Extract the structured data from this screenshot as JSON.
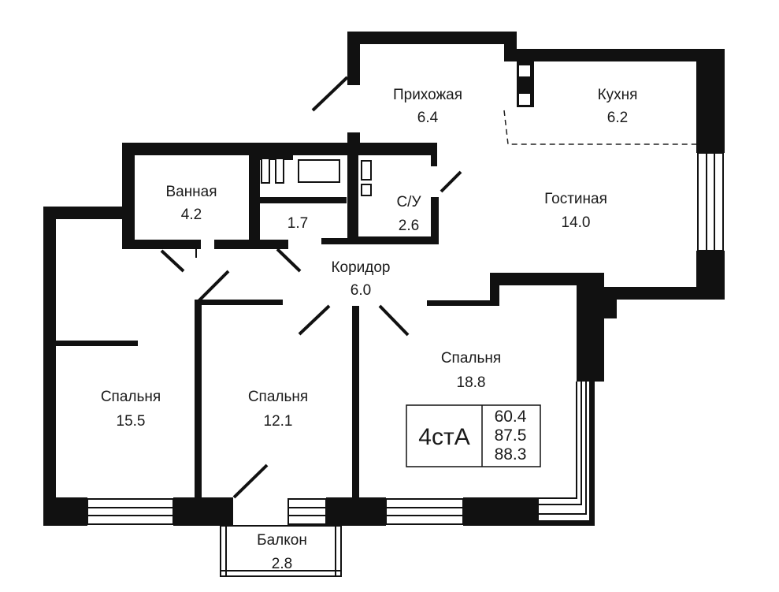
{
  "rooms": [
    {
      "id": "prikhozhaya",
      "name": "Прихожая",
      "area": "6.4"
    },
    {
      "id": "kukhnya",
      "name": "Кухня",
      "area": "6.2"
    },
    {
      "id": "vannaya",
      "name": "Ванная",
      "area": "4.2"
    },
    {
      "id": "storage",
      "name": "",
      "area": "1.7"
    },
    {
      "id": "su",
      "name": "С/У",
      "area": "2.6"
    },
    {
      "id": "gostinaya",
      "name": "Гостиная",
      "area": "14.0"
    },
    {
      "id": "koridor",
      "name": "Коридор",
      "area": "6.0"
    },
    {
      "id": "spalnya-left",
      "name": "Спальня",
      "area": "15.5"
    },
    {
      "id": "spalnya-mid",
      "name": "Спальня",
      "area": "12.1"
    },
    {
      "id": "spalnya-right",
      "name": "Спальня",
      "area": "18.8"
    },
    {
      "id": "balkon",
      "name": "Балкон",
      "area": "2.8"
    }
  ],
  "apartment": {
    "code": "4стА",
    "areas": [
      "60.4",
      "87.5",
      "88.3"
    ]
  },
  "colors": {
    "wall": "#111111",
    "background": "#ffffff"
  }
}
